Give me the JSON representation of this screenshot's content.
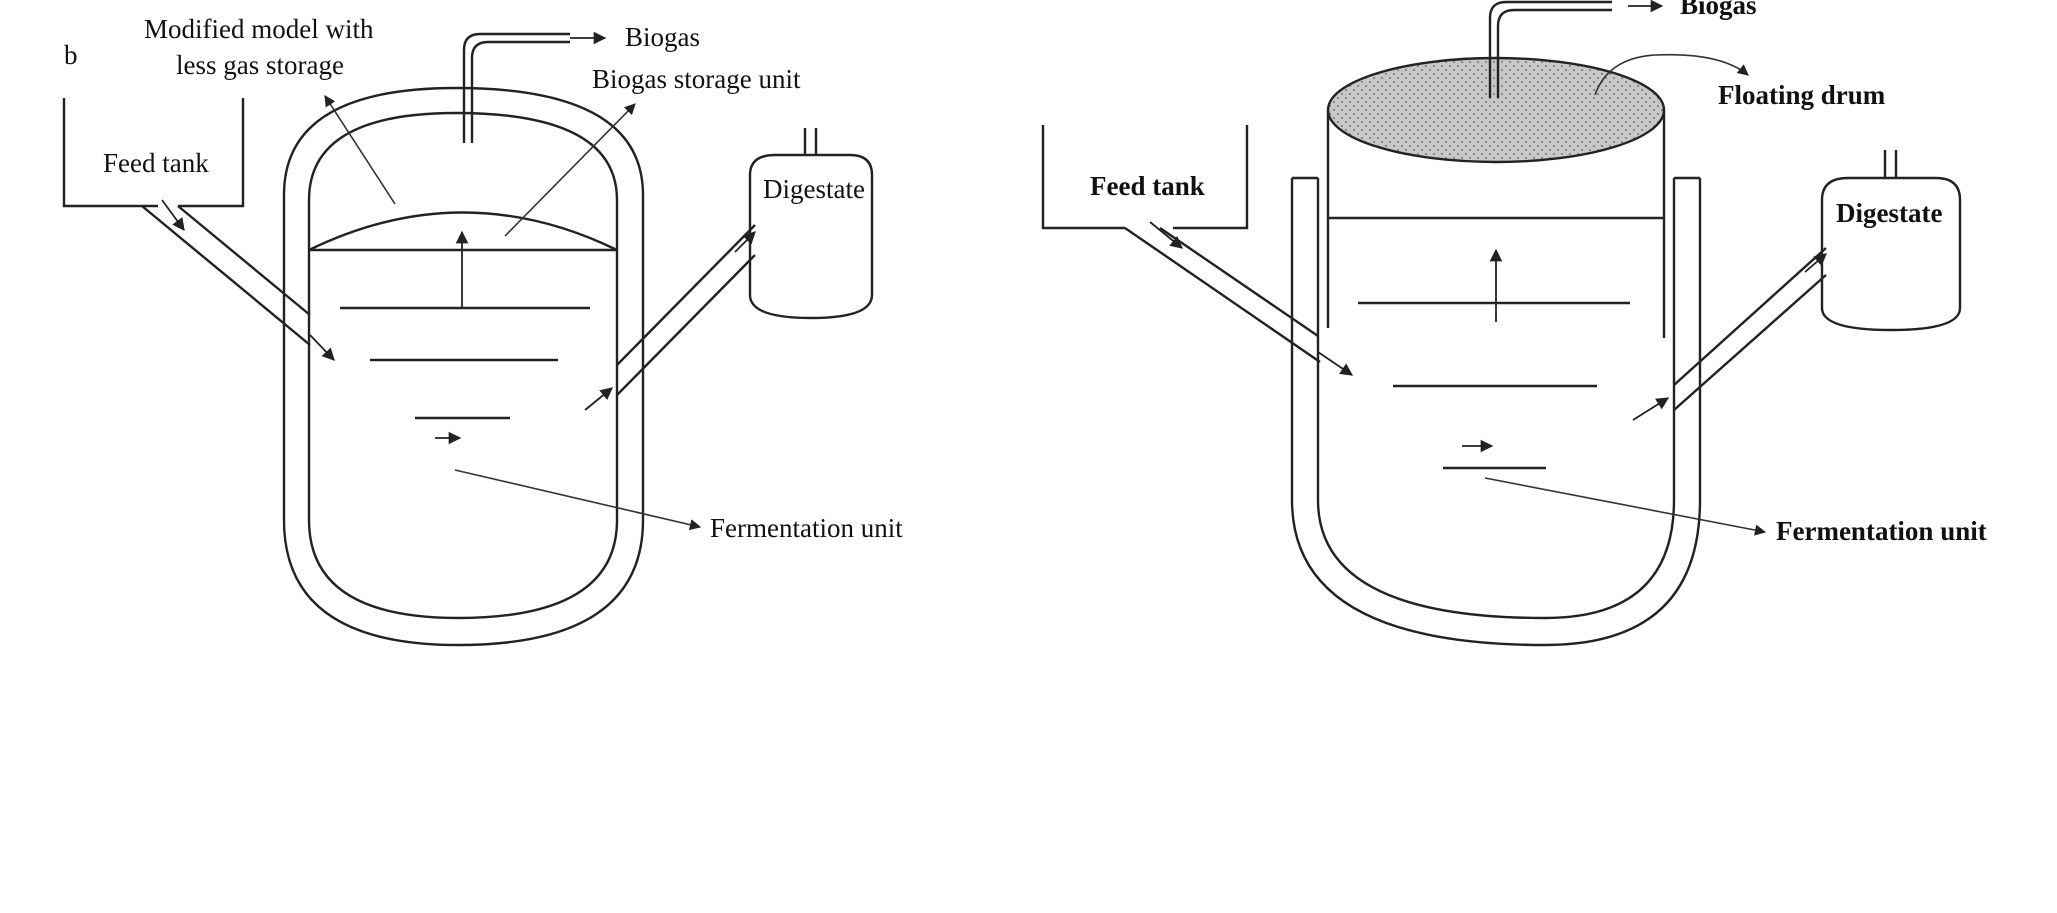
{
  "panel_b": {
    "panel_letter": "b",
    "model_note_line1": "Modified model with",
    "model_note_line2": "less gas storage",
    "feed_tank": "Feed tank",
    "biogas": "Biogas",
    "storage_unit": "Biogas storage unit",
    "digestate": "Digestate",
    "fermentation_unit": "Fermentation unit"
  },
  "panel_c": {
    "biogas": "Biogas",
    "floating_drum": "Floating drum",
    "feed_tank": "Feed tank",
    "digestate": "Digestate",
    "fermentation_unit": "Fermentation unit"
  },
  "colors": {
    "line": "#222222",
    "drum_fill": "#c8c8c8",
    "background": "#ffffff"
  }
}
